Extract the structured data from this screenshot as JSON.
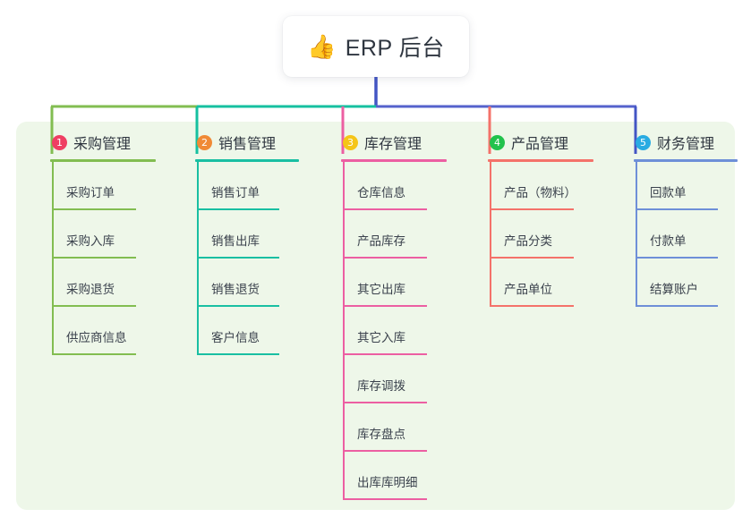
{
  "title": {
    "icon": "thumbs-up-emoji",
    "icon_glyph": "👍",
    "text": "ERP 后台"
  },
  "panel": {
    "background": "#eef7e9"
  },
  "connector": {
    "stem_color": "#4355c4",
    "segments": [
      {
        "name": "segment-purchase",
        "color": "#82bd51"
      },
      {
        "name": "segment-sales",
        "color": "#16c0a0"
      },
      {
        "name": "segment-right",
        "color": "#5562cc"
      }
    ],
    "drops": [
      {
        "name": "drop-purchase",
        "color": "#82bd51"
      },
      {
        "name": "drop-sales",
        "color": "#16c0a0"
      },
      {
        "name": "drop-inventory",
        "color": "#ec5fa2"
      },
      {
        "name": "drop-product",
        "color": "#f4726a"
      },
      {
        "name": "drop-finance",
        "color": "#4355c4"
      }
    ]
  },
  "columns": [
    {
      "index": "1",
      "name": "purchase-management",
      "title": "采购管理",
      "badge_color": "#ef3f63",
      "line_color": "#82bd51",
      "items": [
        {
          "label": "采购订单"
        },
        {
          "label": "采购入库"
        },
        {
          "label": "采购退货"
        },
        {
          "label": "供应商信息"
        }
      ]
    },
    {
      "index": "2",
      "name": "sales-management",
      "title": "销售管理",
      "badge_color": "#f08a36",
      "line_color": "#19bfa2",
      "items": [
        {
          "label": "销售订单"
        },
        {
          "label": "销售出库"
        },
        {
          "label": "销售退货"
        },
        {
          "label": "客户信息"
        }
      ]
    },
    {
      "index": "3",
      "name": "inventory-management",
      "title": "库存管理",
      "badge_color": "#f5c518",
      "line_color": "#ec5fa2",
      "items": [
        {
          "label": "仓库信息"
        },
        {
          "label": "产品库存"
        },
        {
          "label": "其它出库"
        },
        {
          "label": "其它入库"
        },
        {
          "label": "库存调拨"
        },
        {
          "label": "库存盘点"
        },
        {
          "label": "出库库明细"
        }
      ]
    },
    {
      "index": "4",
      "name": "product-management",
      "title": "产品管理",
      "badge_color": "#22c24c",
      "line_color": "#f4726a",
      "items": [
        {
          "label": "产品（物料）"
        },
        {
          "label": "产品分类"
        },
        {
          "label": "产品单位"
        }
      ]
    },
    {
      "index": "5",
      "name": "finance-management",
      "title": "财务管理",
      "badge_color": "#29abe2",
      "line_color": "#6e8fd8",
      "items": [
        {
          "label": "回款单"
        },
        {
          "label": "付款单"
        },
        {
          "label": "结算账户"
        }
      ]
    }
  ]
}
